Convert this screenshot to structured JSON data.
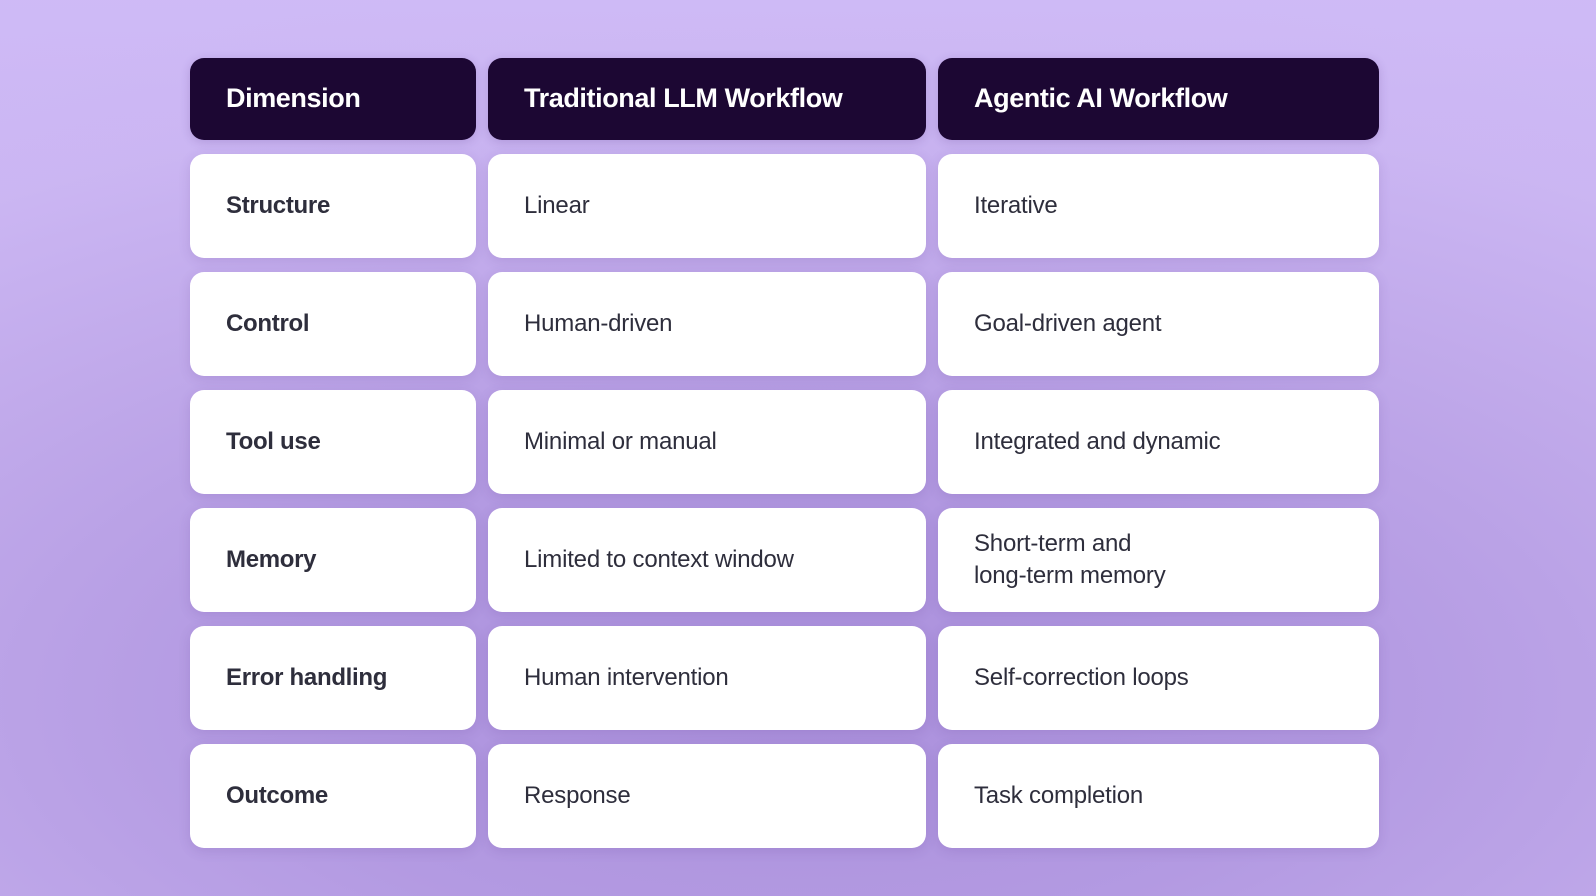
{
  "theme": {
    "background_color": "#CDB8F5",
    "background_shadow_color": "#A68FD8",
    "header_background": "#1C0733",
    "header_text_color": "#FFFFFF",
    "cell_background": "#FFFFFF",
    "cell_text_color": "#2E2E3C"
  },
  "table": {
    "columns": [
      "Dimension",
      "Traditional LLM Workflow",
      "Agentic AI Workflow"
    ],
    "rows": [
      {
        "dimension": "Structure",
        "traditional": "Linear",
        "agentic": "Iterative"
      },
      {
        "dimension": "Control",
        "traditional": "Human-driven",
        "agentic": "Goal-driven agent"
      },
      {
        "dimension": "Tool use",
        "traditional": "Minimal or manual",
        "agentic": "Integrated and dynamic"
      },
      {
        "dimension": "Memory",
        "traditional": "Limited to context window",
        "agentic": "Short-term and\nlong-term memory"
      },
      {
        "dimension": "Error handling",
        "traditional": "Human intervention",
        "agentic": "Self-correction loops"
      },
      {
        "dimension": "Outcome",
        "traditional": "Response",
        "agentic": "Task completion"
      }
    ]
  }
}
